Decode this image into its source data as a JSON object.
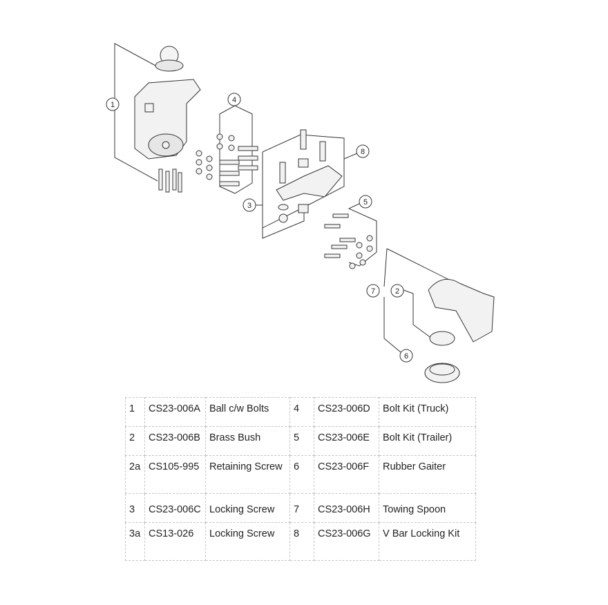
{
  "callouts": [
    "1",
    "2",
    "3",
    "4",
    "5",
    "6",
    "7",
    "8"
  ],
  "parts": [
    {
      "left": {
        "no": "1",
        "code": "CS23-006A",
        "desc": "Ball c/w Bolts"
      },
      "right": {
        "no": "4",
        "code": "CS23-006D",
        "desc": "Bolt Kit (Truck)"
      }
    },
    {
      "left": {
        "no": "2",
        "code": "CS23-006B",
        "desc": "Brass Bush"
      },
      "right": {
        "no": "5",
        "code": "CS23-006E",
        "desc": "Bolt Kit (Trailer)"
      }
    },
    {
      "left": {
        "no": "2a",
        "code": "CS105-995",
        "desc": "Retaining Screw"
      },
      "right": {
        "no": "6",
        "code": "CS23-006F",
        "desc": "Rubber Gaiter"
      }
    },
    {
      "left": {
        "no": "3",
        "code": "CS23-006C",
        "desc": "Locking Screw"
      },
      "right": {
        "no": "7",
        "code": "CS23-006H",
        "desc": "Towing Spoon"
      }
    },
    {
      "left": {
        "no": "3a",
        "code": "CS13-026",
        "desc": "Locking Screw"
      },
      "right": {
        "no": "8",
        "code": "CS23-006G",
        "desc": "V Bar Locking Kit"
      }
    }
  ]
}
